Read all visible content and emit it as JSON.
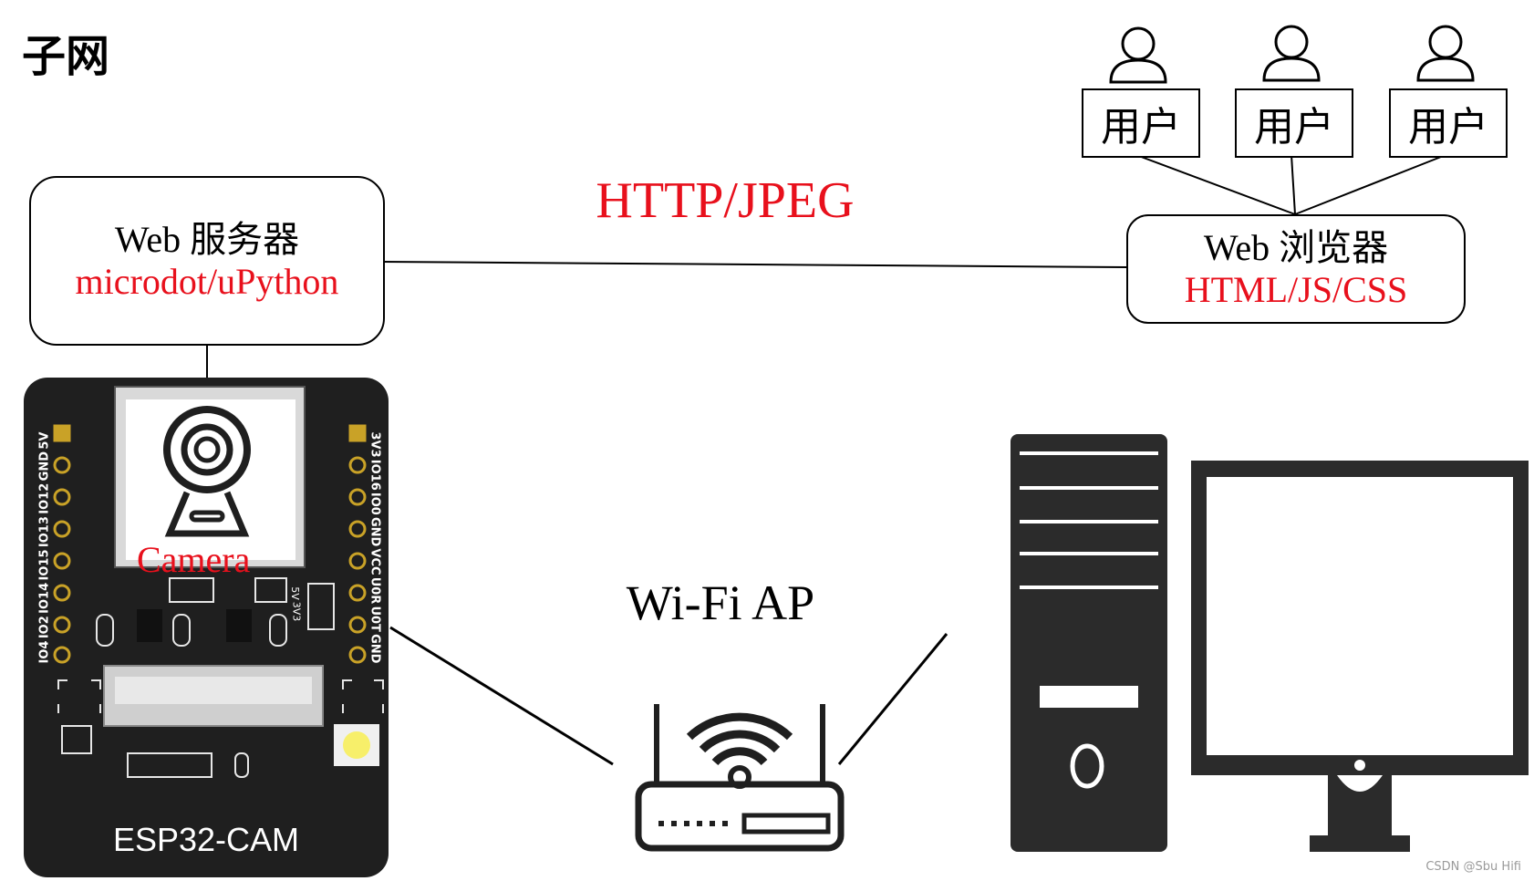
{
  "title": "子网",
  "server": {
    "title": "Web 服务器",
    "subtitle": "microdot/uPython"
  },
  "browser": {
    "title": "Web 浏览器",
    "subtitle": "HTML/JS/CSS"
  },
  "protocol_label": "HTTP/JPEG",
  "users": [
    {
      "label": "用户"
    },
    {
      "label": "用户"
    },
    {
      "label": "用户"
    }
  ],
  "board": {
    "name": "ESP32-CAM",
    "camera_label": "Camera",
    "left_pins": [
      "5V",
      "GND",
      "IO12",
      "IO13",
      "IO15",
      "IO14",
      "IO2",
      "IO4"
    ],
    "right_pins": [
      "3V3",
      "IO16",
      "IO0",
      "GND",
      "VCC",
      "U0R",
      "U0T",
      "GND"
    ],
    "silk_5v": "5V",
    "silk_3v3": "3V3"
  },
  "wifi_label": "Wi-Fi AP",
  "watermark": "CSDN @Sbu Hifi",
  "colors": {
    "accent_red": "#e8101c",
    "board": "#1f1f1f",
    "device": "#2b2b2b"
  },
  "icons": [
    "user-icon",
    "camera-icon",
    "wifi-router-icon",
    "desktop-tower-icon",
    "monitor-icon"
  ]
}
